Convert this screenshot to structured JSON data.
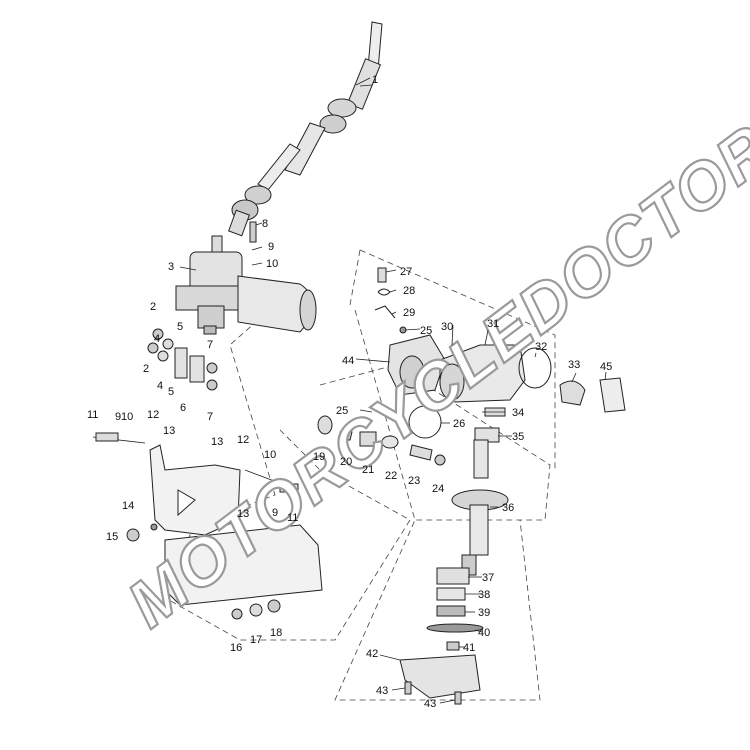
{
  "watermark": "MOTORCYCLEDOCTOR",
  "callouts": {
    "c1": "1",
    "c2a": "2",
    "c2b": "2",
    "c3": "3",
    "c4a": "4",
    "c4b": "4",
    "c5a": "5",
    "c5b": "5",
    "c6": "6",
    "c7a": "7",
    "c7b": "7",
    "c8": "8",
    "c9a": "9",
    "c9b": "9",
    "c9c": "9",
    "c10a": "10",
    "c10b": "10",
    "c10c": "10",
    "c11a": "11",
    "c11b": "11",
    "c12a": "12",
    "c12b": "12",
    "c13a": "13",
    "c13b": "13",
    "c13c": "13",
    "c14": "14",
    "c15": "15",
    "c16": "16",
    "c17": "17",
    "c18": "18",
    "c19": "19",
    "c20": "20",
    "c21": "21",
    "c22": "22",
    "c23": "23",
    "c24": "24",
    "c25a": "25",
    "c25b": "25",
    "c26": "26",
    "c27": "27",
    "c28": "28",
    "c29": "29",
    "c30": "30",
    "c31": "31",
    "c32": "32",
    "c33": "33",
    "c34": "34",
    "c35": "35",
    "c36": "36",
    "c37": "37",
    "c38": "38",
    "c39": "39",
    "c40": "40",
    "c41": "41",
    "c42": "42",
    "c43a": "43",
    "c43b": "43",
    "c44": "44",
    "c45": "45"
  }
}
